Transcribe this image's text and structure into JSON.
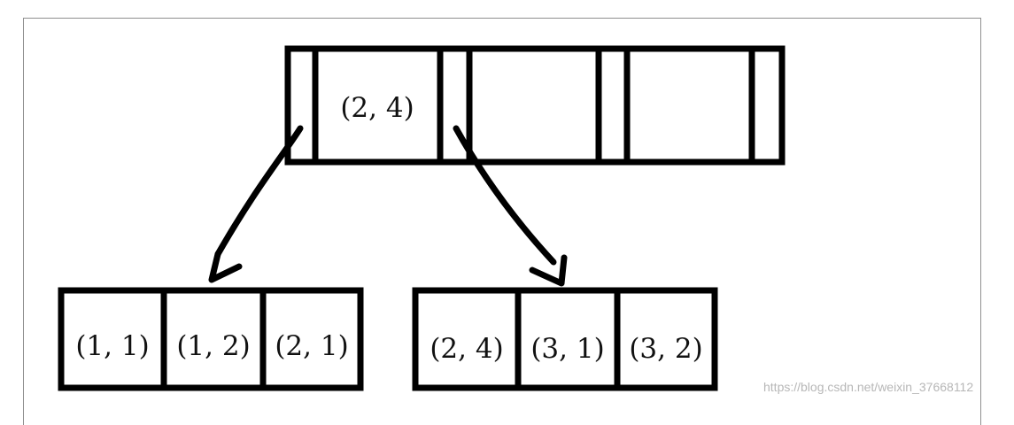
{
  "diagram": {
    "root_node": {
      "keys": [
        "(2, 4)",
        "",
        ""
      ]
    },
    "left_leaf": {
      "keys": [
        "(1, 1)",
        "(1, 2)",
        "(2, 1)"
      ]
    },
    "right_leaf": {
      "keys": [
        "(2, 4)",
        "(3, 1)",
        "(3, 2)"
      ]
    },
    "colors": {
      "stroke": "#000000",
      "frame": "#8f8f8f",
      "background": "#ffffff"
    }
  },
  "watermark": {
    "text": "https://blog.csdn.net/weixin_37668112"
  }
}
